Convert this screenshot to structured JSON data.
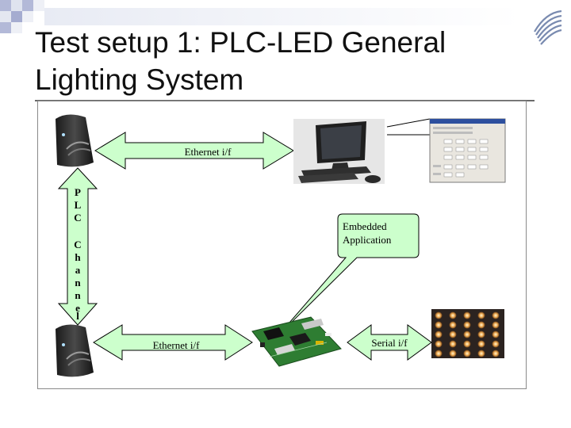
{
  "slide": {
    "title_line1": "Test setup 1: PLC-LED General",
    "title_line2": "Lighting System"
  },
  "diagram": {
    "ethernet_top_label": "Ethernet i/f",
    "ethernet_bottom_label": "Ethernet i/f",
    "serial_label": "Serial i/f",
    "plc_channel_label": "PLC Channel",
    "plc_letters": [
      "P",
      "L",
      "C",
      "",
      "C",
      "h",
      "a",
      "n",
      "n",
      "e",
      "l"
    ],
    "callout_line1": "Embedded",
    "callout_line2": "Application",
    "colors": {
      "arrow_fill": "#ccffcc",
      "callout_fill": "#ccffcc",
      "device_dark": "#2a2a2a",
      "board_green": "#2e7d32",
      "led_glow": "#f2b15a"
    },
    "devices": [
      "plc-modem-top-icon",
      "plc-modem-bottom-icon",
      "pc-icon",
      "control-window-icon",
      "embedded-board-icon",
      "led-array-icon"
    ]
  }
}
